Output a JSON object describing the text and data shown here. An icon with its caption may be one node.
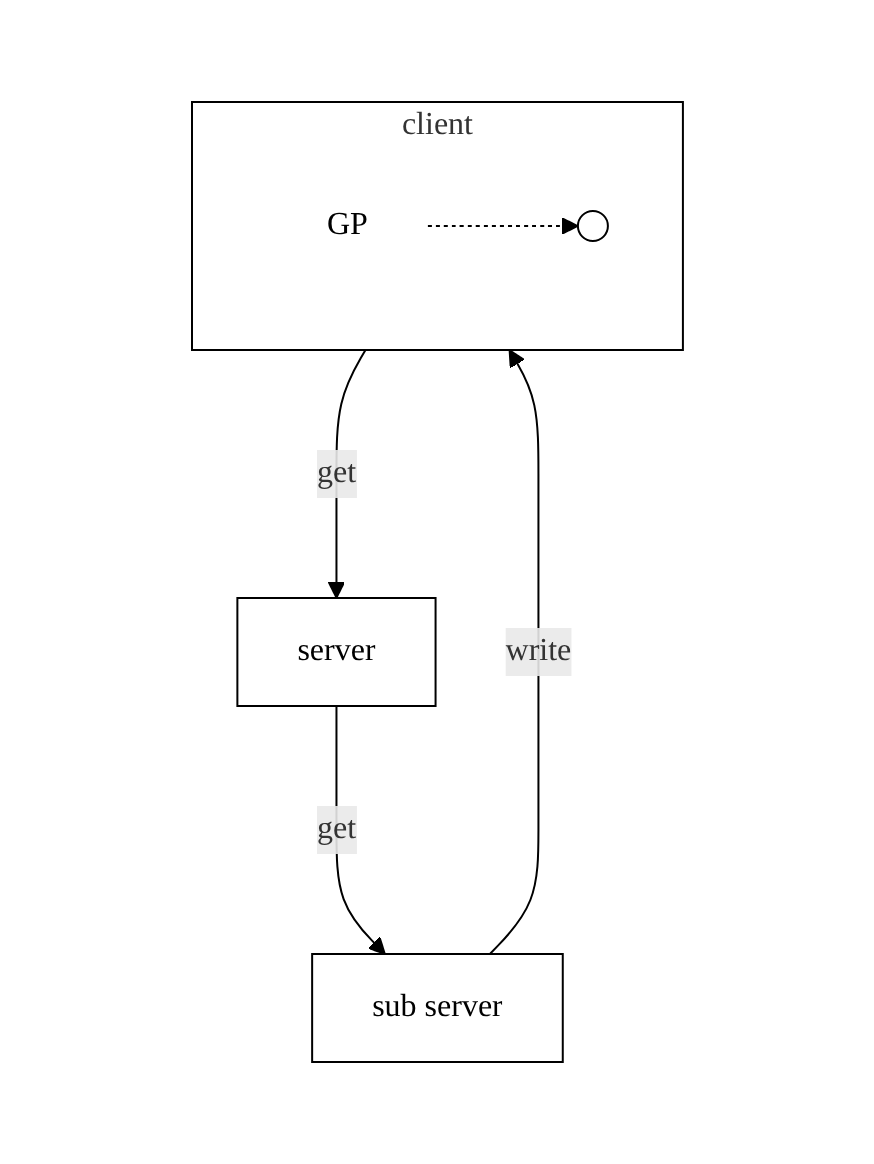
{
  "diagram": {
    "nodes": [
      {
        "text": [
          "client"
        ]
      },
      {
        "text": [],
        "shape": "circle",
        "in": 0
      },
      {
        "text": [
          "GP"
        ],
        "in": 0
      },
      {
        "text": [
          "server"
        ]
      },
      {
        "text": [
          "sub server"
        ]
      }
    ],
    "edges": [
      {
        "from": 0,
        "to": 3,
        "label": "get",
        "arrow": "to"
      },
      {
        "from": 3,
        "to": 4,
        "label": "get",
        "arrow": "to"
      },
      {
        "from": 4,
        "to": 0,
        "label": "write",
        "arrow": "to"
      },
      {
        "from": 2,
        "to": 1,
        "arrow": "to",
        "style": "dashed"
      }
    ]
  }
}
